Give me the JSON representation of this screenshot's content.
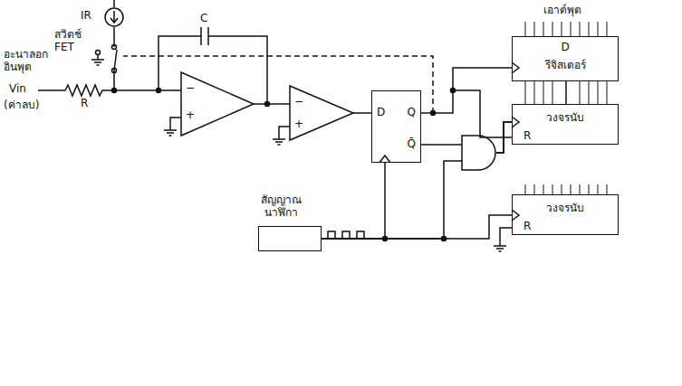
{
  "diagram": {
    "nodes": [
      {
        "text": [
          "IR"
        ]
      },
      {
        "text": [
          "−",
          "+"
        ]
      },
      {
        "text": [
          "−",
          "+"
        ]
      },
      {
        "text": [
          "D",
          "Q",
          "Q̄"
        ]
      },
      {
        "text": [
          "D",
          "รีจิสเตอร์"
        ]
      },
      {
        "text": [
          "วงจรนับ",
          "R"
        ]
      },
      {
        "text": [
          "วงจรนับ",
          "R"
        ]
      },
      {
        "text": [
          "สัญญาณนาฬิกา"
        ]
      }
    ],
    "edges": [
      {
        "from": 1,
        "to": 2,
        "arrow": "none"
      },
      {
        "from": 2,
        "to": 3,
        "arrow": "none"
      },
      {
        "from": 3,
        "to": 5,
        "arrow": "none"
      },
      {
        "from": 7,
        "to": 5,
        "arrow": "none"
      },
      {
        "from": 7,
        "to": 3,
        "arrow": "none"
      },
      {
        "from": 7,
        "to": 6,
        "arrow": "none"
      },
      {
        "from": 3,
        "to": 4,
        "arrow": "none"
      },
      {
        "from": 5,
        "to": 4,
        "arrow": "none"
      },
      {
        "from": 0,
        "to": 1,
        "arrow": "none"
      }
    ],
    "labels": [
      "อะนาลอก อินพุต",
      "Vin",
      "(ค่าลบ)",
      "R",
      "สวิตช์ FET",
      "C",
      "เอาต์พุต"
    ]
  }
}
